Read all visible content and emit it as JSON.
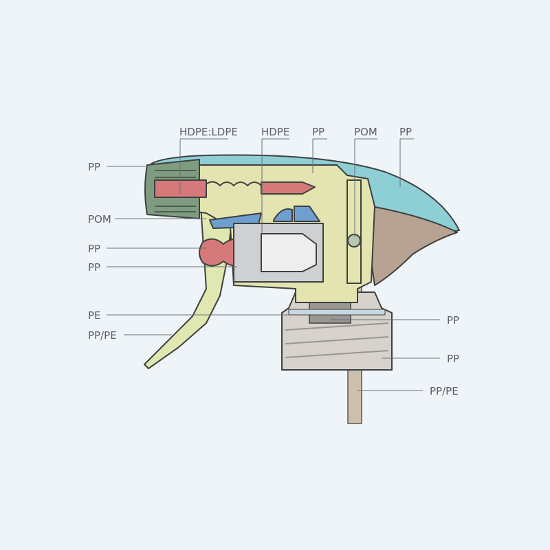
{
  "title": "Trigger sprayer material diagram",
  "labels": {
    "top": [
      "HDPE:LDPE",
      "HDPE",
      "PP",
      "POM",
      "PP"
    ],
    "left": [
      "PP",
      "POM",
      "PP",
      "PP",
      "PE",
      "PP/PE"
    ],
    "right": [
      "PP",
      "PP",
      "PP/PE"
    ]
  },
  "colors": {
    "background": "#eff4f8",
    "body": "#e4e4b0",
    "shroud": "#8ecfd6",
    "nozzle": "#7f9c80",
    "red_parts": "#d6797a",
    "blue_parts": "#6f9fcf",
    "brown_parts": "#b5a08f",
    "grey_parts": "#cfd0d2"
  }
}
